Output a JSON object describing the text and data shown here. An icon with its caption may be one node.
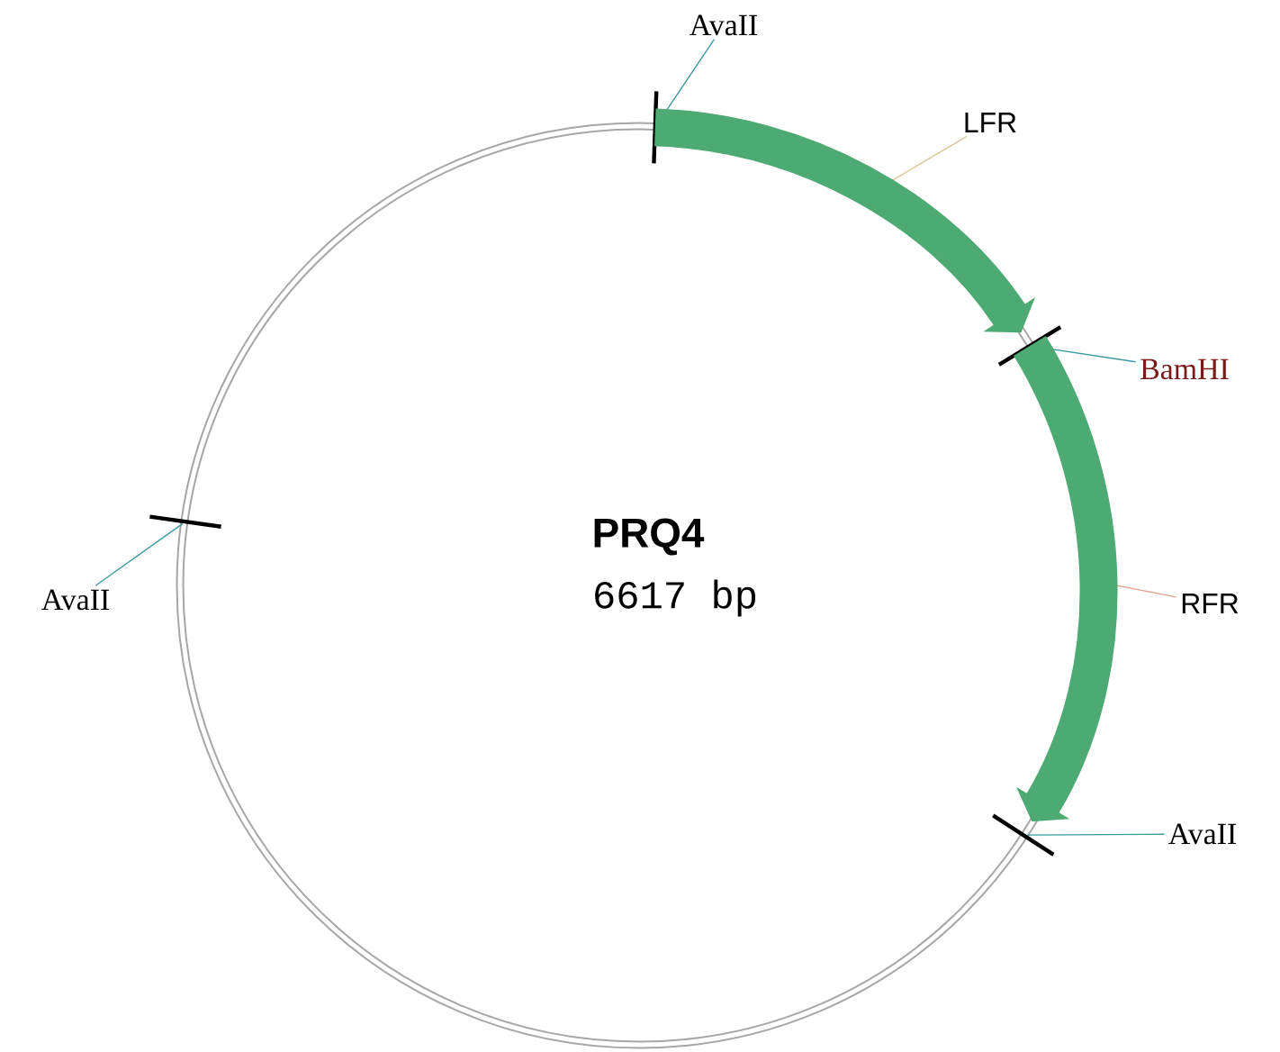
{
  "diagram": {
    "title": "PRQ4",
    "nodes": [
      {
        "text": [
          "AvaII"
        ]
      },
      {
        "text": [
          "LFR"
        ]
      },
      {
        "text": [
          "BamHI"
        ]
      },
      {
        "text": [
          "RFR"
        ]
      },
      {
        "text": [
          "AvaII"
        ]
      },
      {
        "text": [
          "AvaII"
        ]
      },
      {
        "text": [],
        "shape": "bar"
      },
      {
        "text": [],
        "shape": "bar"
      },
      {
        "text": [],
        "shape": "bar"
      },
      {
        "text": [],
        "shape": "bar"
      }
    ],
    "edges": [
      {
        "from": 0,
        "to": 7,
        "arrow": "none"
      },
      {
        "from": 1,
        "to": null,
        "arrow": "none",
        "color": "#d9c79a"
      },
      {
        "from": 2,
        "to": 8,
        "arrow": "none"
      },
      {
        "from": 3,
        "to": null,
        "arrow": "none",
        "color": "#e3a58f"
      },
      {
        "from": 4,
        "to": 9,
        "arrow": "none"
      },
      {
        "from": 5,
        "to": 6,
        "arrow": "none"
      },
      {
        "from": 7,
        "to": 8,
        "arrow": "to",
        "style": "thick",
        "color": "#4daa72"
      },
      {
        "from": 8,
        "to": 9,
        "arrow": "to",
        "style": "thick",
        "color": "#4daa72"
      }
    ],
    "labels": [
      "6617 bp"
    ]
  }
}
